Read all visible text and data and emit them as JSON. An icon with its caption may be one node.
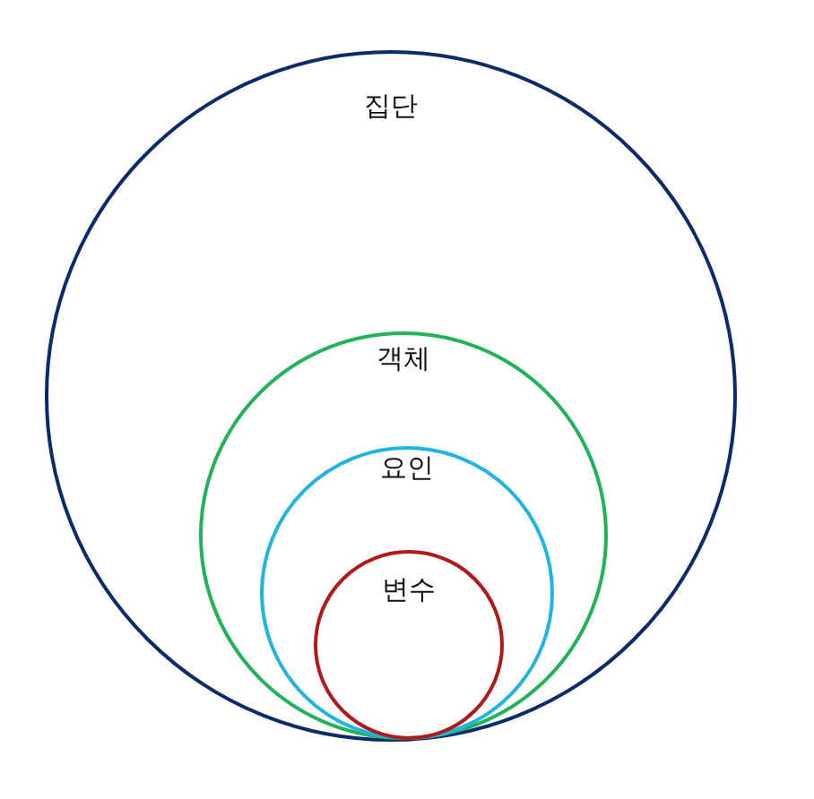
{
  "diagram": {
    "nodes": [
      {
        "text": [
          "집단"
        ]
      },
      {
        "text": [
          "객체"
        ],
        "in": 0
      },
      {
        "text": [
          "요인"
        ],
        "in": 1
      },
      {
        "text": [
          "변수"
        ],
        "in": 2
      }
    ]
  }
}
